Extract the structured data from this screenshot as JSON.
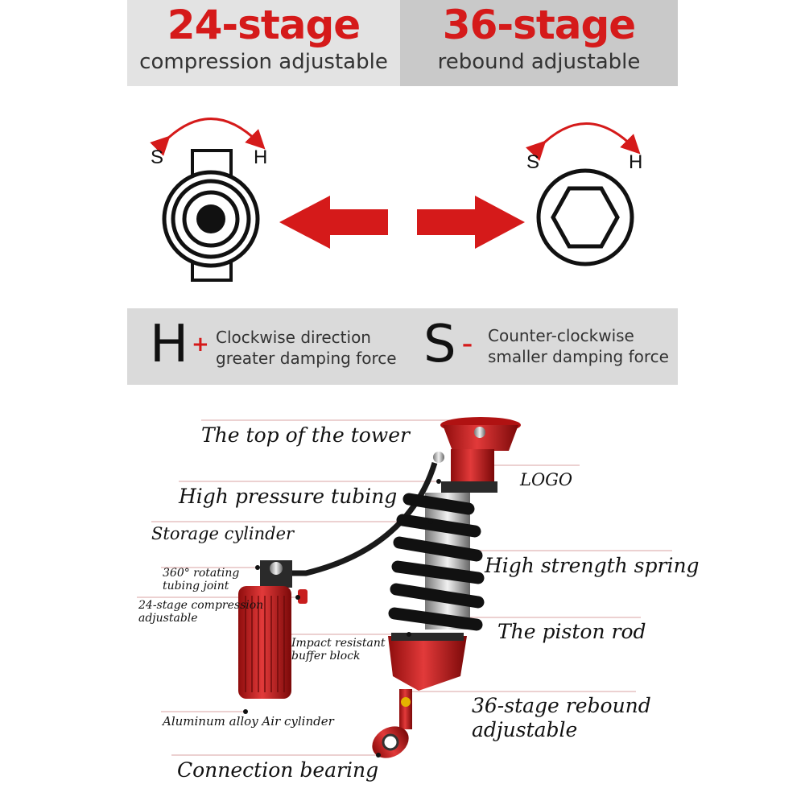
{
  "header": {
    "compression": {
      "title": "24-stage",
      "subtitle": "compression adjustable"
    },
    "rebound": {
      "title": "36-stage",
      "subtitle": "rebound adjustable"
    }
  },
  "knobs": {
    "left": {
      "soft": "S",
      "hard": "H"
    },
    "right": {
      "soft": "S",
      "hard": "H"
    }
  },
  "legend": {
    "h": {
      "letter": "H",
      "sign": "+",
      "line1": "Clockwise direction",
      "line2": "greater damping force"
    },
    "s": {
      "letter": "S",
      "sign": "–",
      "line1": "Counter-clockwise",
      "line2": "smaller damping force"
    }
  },
  "labels": {
    "top_tower": "The top of the tower",
    "logo": "LOGO",
    "high_pressure_tubing": "High pressure tubing",
    "storage_cylinder": "Storage cylinder",
    "spring": "High strength spring",
    "rotating_joint_1": "360° rotating",
    "rotating_joint_2": "tubing joint",
    "compression_1": "24-stage compression",
    "compression_2": "adjustable",
    "piston_rod": "The piston rod",
    "buffer_1": "Impact resistant",
    "buffer_2": "buffer block",
    "rebound_1": "36-stage rebound",
    "rebound_2": "adjustable",
    "air_cylinder": "Aluminum alloy Air cylinder",
    "bearing": "Connection bearing"
  },
  "colors": {
    "accent": "#d51a1a",
    "panel_light": "#e3e3e3",
    "panel_dark": "#c9c9c9"
  }
}
